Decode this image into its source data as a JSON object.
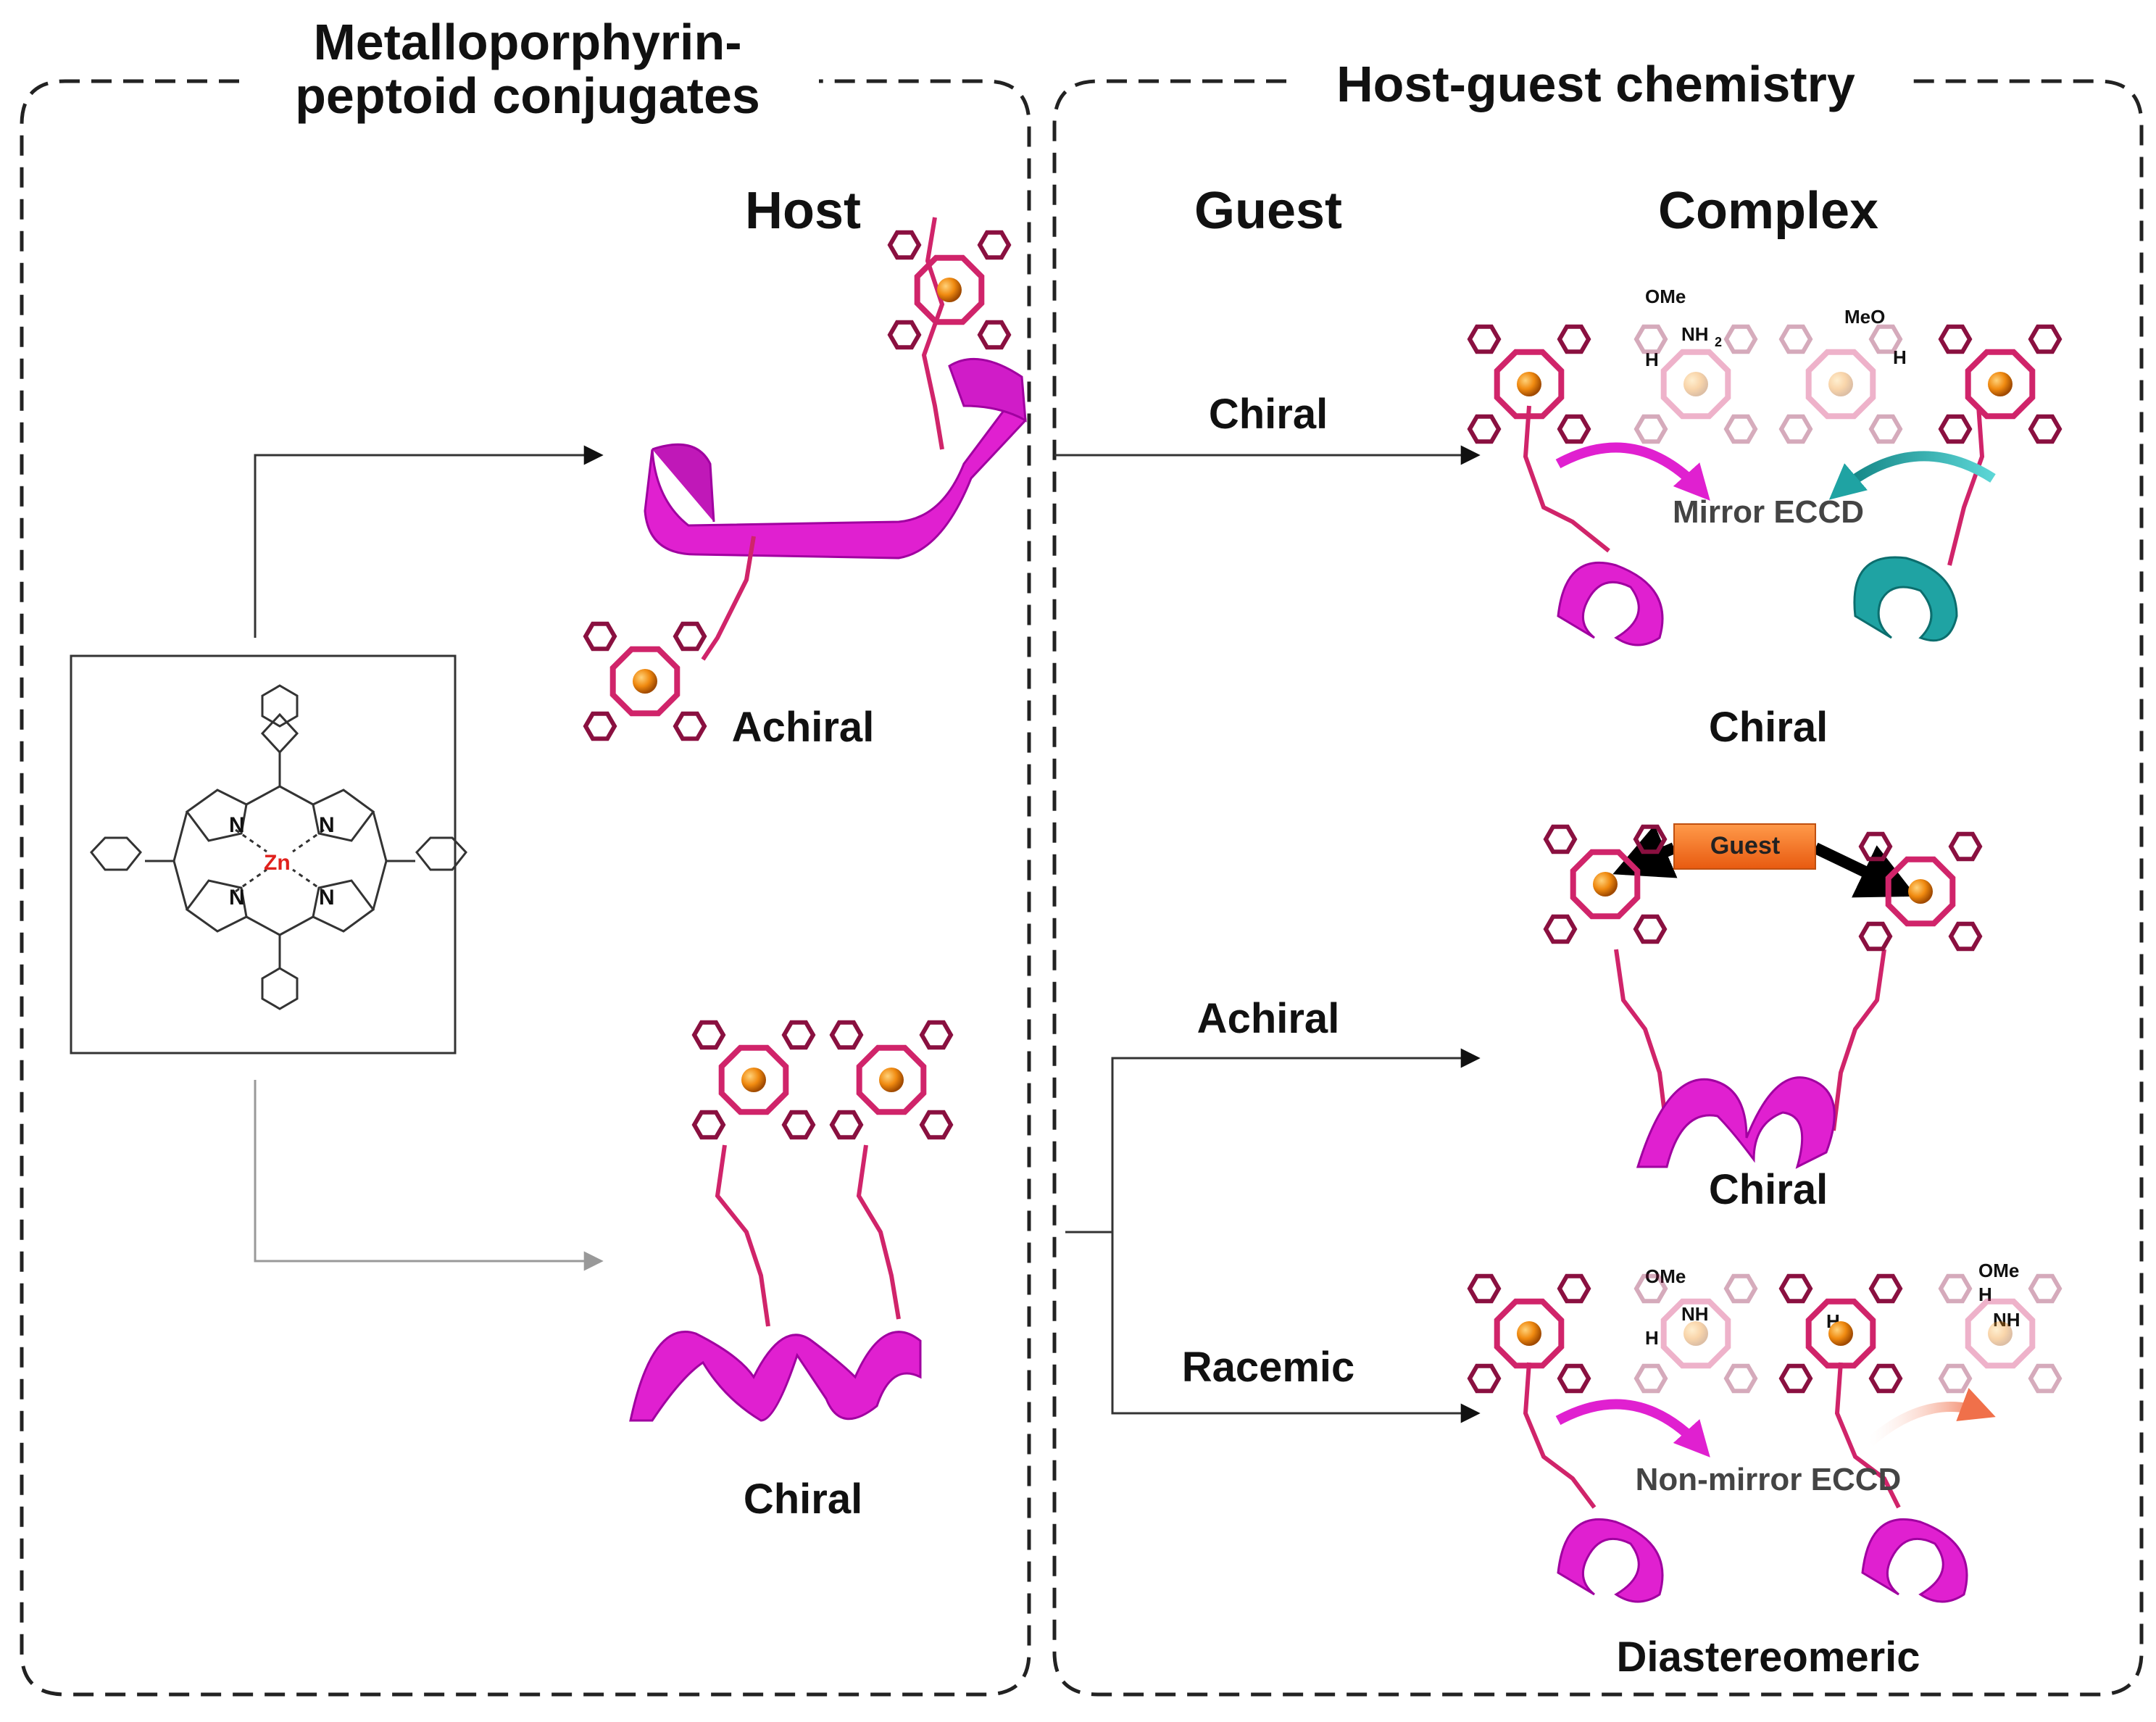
{
  "panels": {
    "left_title_line1": "Metalloporphyrin-",
    "left_title_line2": "peptoid conjugates",
    "right_title": "Host-guest chemistry"
  },
  "columns": {
    "host": "Host",
    "guest": "Guest",
    "complex": "Complex"
  },
  "host_labels": {
    "top": "Achiral",
    "bottom": "Chiral"
  },
  "guest_labels": {
    "chiral": "Chiral",
    "achiral": "Achiral",
    "racemic": "Racemic"
  },
  "complex_labels": {
    "row1": "Chiral",
    "row2": "Chiral",
    "row3": "Diastereomeric"
  },
  "annotations": {
    "mirror": "Mirror ECCD",
    "non_mirror": "Non-mirror ECCD",
    "guest_box": "Guest"
  },
  "molecule_labels": {
    "metal": "Zn",
    "nitrogen": "N",
    "ome": "OMe",
    "meo": "MeO",
    "nh2": "NH",
    "nh2_sub": "2",
    "h2n": "H",
    "h": "H"
  },
  "colors": {
    "helix_magenta": "#e020d0",
    "helix_teal": "#1fa3a3",
    "porphyrin": "#d0246a",
    "metal_orange": "#f08a10",
    "guest_orange": "#f26b1f",
    "zinc_red": "#e0201c"
  }
}
